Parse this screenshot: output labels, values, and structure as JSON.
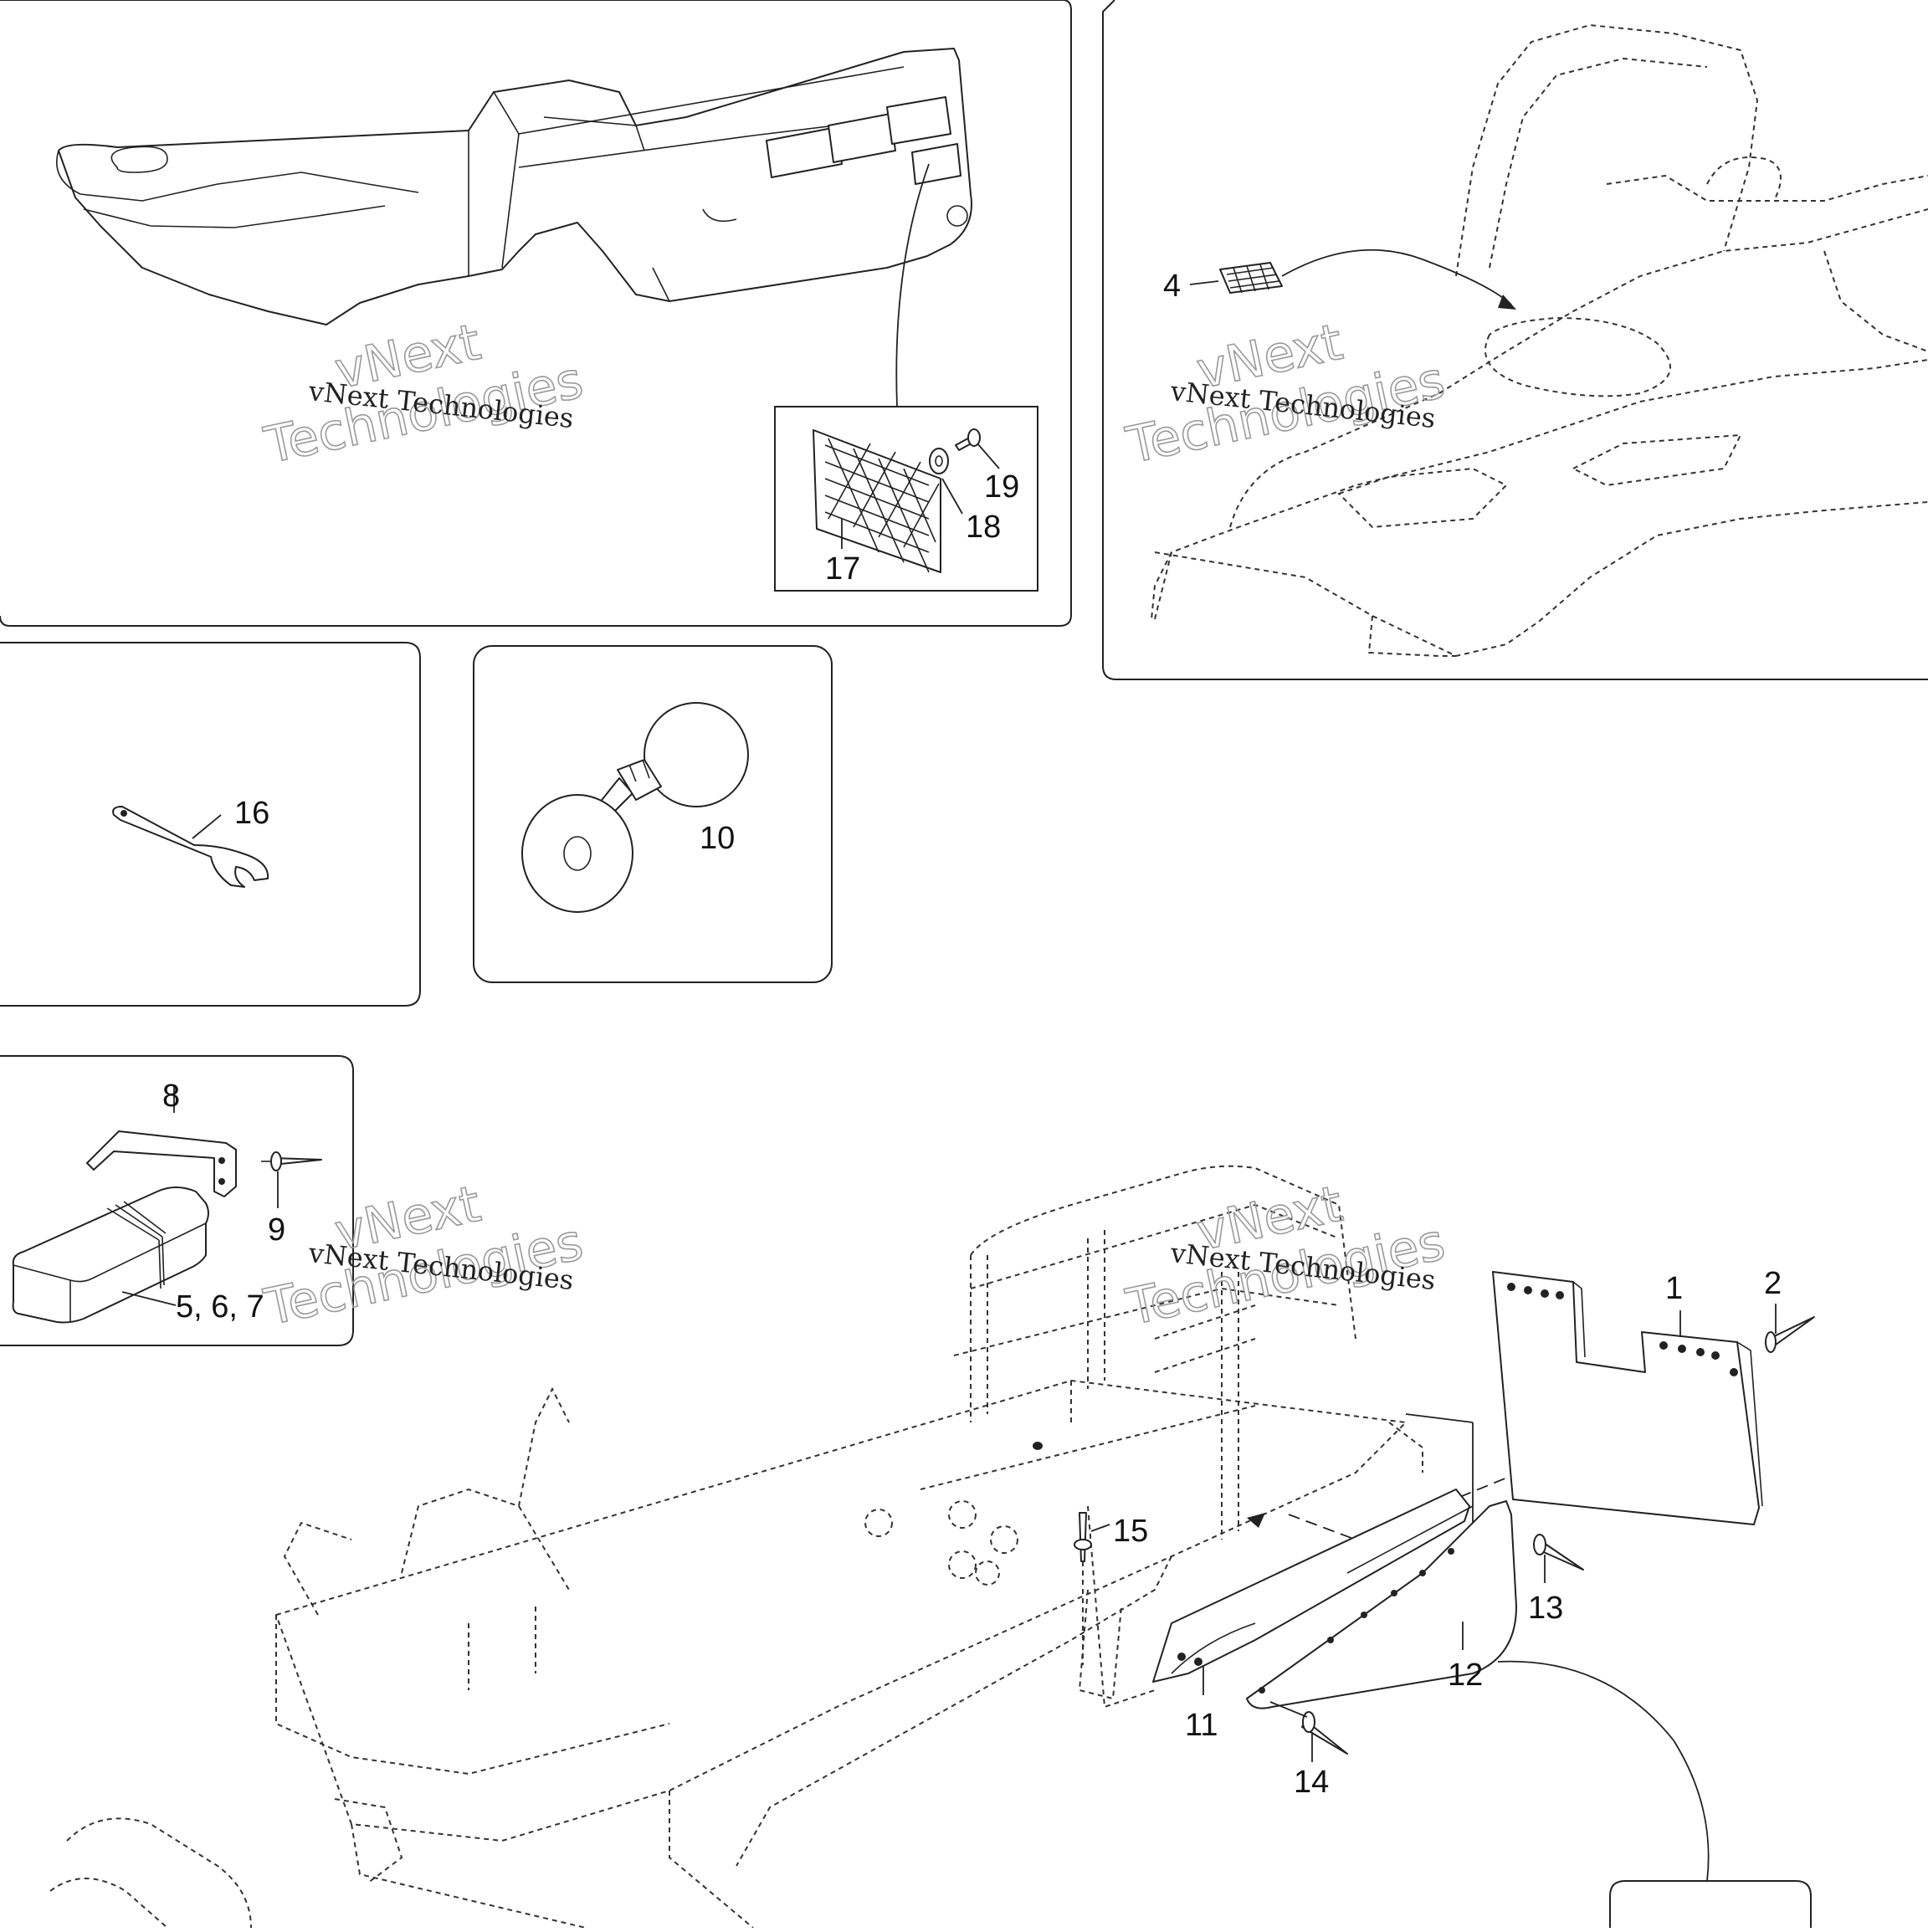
{
  "diagram": {
    "callouts": {
      "c1": "1",
      "c2": "2",
      "c4": "4",
      "c567": "5, 6, 7",
      "c8": "8",
      "c9": "9",
      "c10": "10",
      "c11": "11",
      "c12": "12",
      "c13": "13",
      "c14": "14",
      "c15": "15",
      "c16": "16",
      "c17": "17",
      "c18": "18",
      "c19": "19"
    },
    "watermark": {
      "line_small": "vNext Technologies",
      "line_big_1": "vNext",
      "line_big_2": "Technologies"
    }
  }
}
